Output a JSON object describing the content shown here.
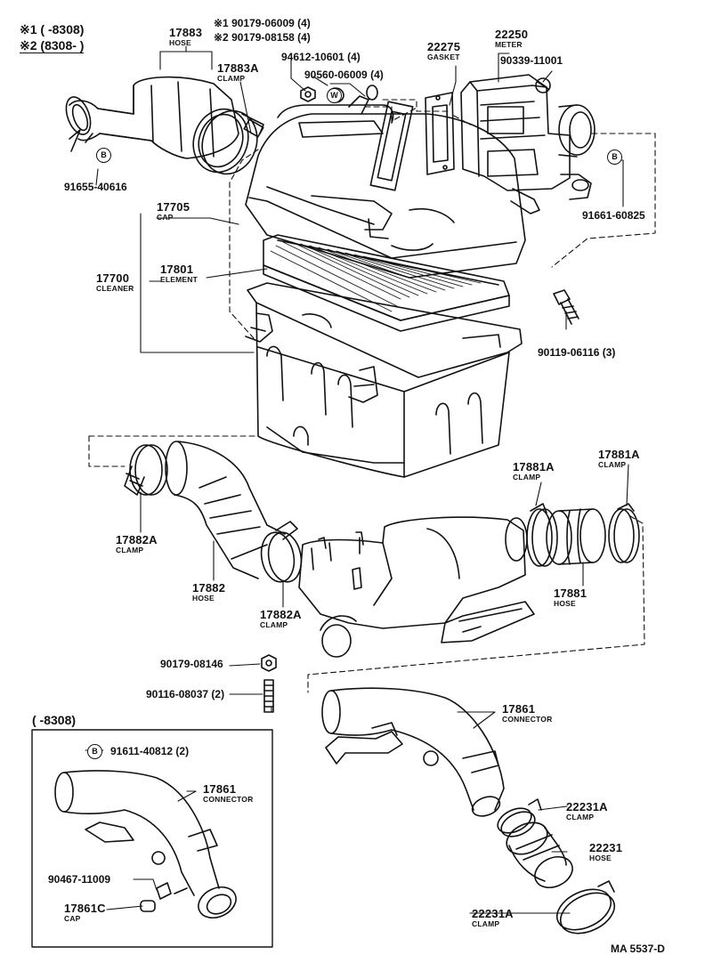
{
  "notes": {
    "n1_mark": "※1",
    "n1_range": "(      -8308)",
    "n2_mark": "※2",
    "n2_range": "(8308-      )"
  },
  "parts": [
    {
      "num": "17883",
      "sub": "HOSE"
    },
    {
      "num": "17883A",
      "sub": "CLAMP"
    },
    {
      "num": "22275",
      "sub": "GASKET"
    },
    {
      "num": "22250",
      "sub": "METER"
    },
    {
      "num": "17705",
      "sub": "CAP"
    },
    {
      "num": "17700",
      "sub": "CLEANER"
    },
    {
      "num": "17801",
      "sub": "ELEMENT"
    },
    {
      "num": "17881A",
      "sub": "CLAMP"
    },
    {
      "num": "17881A",
      "sub": "CLAMP"
    },
    {
      "num": "17882A",
      "sub": "CLAMP"
    },
    {
      "num": "17882",
      "sub": "HOSE"
    },
    {
      "num": "17882A",
      "sub": "CLAMP"
    },
    {
      "num": "17881",
      "sub": "HOSE"
    },
    {
      "num": "17861",
      "sub": "CONNECTOR"
    },
    {
      "num": "22231A",
      "sub": "CLAMP"
    },
    {
      "num": "22231",
      "sub": "HOSE"
    },
    {
      "num": "22231A",
      "sub": "CLAMP"
    },
    {
      "num": "17861",
      "sub": "CONNECTOR"
    },
    {
      "num": "17861C",
      "sub": "CAP"
    }
  ],
  "refs": [
    "※1 90179-06009 (4)",
    "※2 90179-08158 (4)",
    "94612-10601 (4)",
    "90560-06009 (4)",
    "90339-11001",
    "91655-40616",
    "91661-60825",
    "90119-06116 (3)",
    "90179-08146",
    "90116-08037 (2)",
    "91611-40812 (2)",
    "90467-11009"
  ],
  "callouts": {
    "b": "B",
    "w": "W"
  },
  "inset": {
    "range": "(      -8308)"
  },
  "figure_id": "MA 5537-D"
}
